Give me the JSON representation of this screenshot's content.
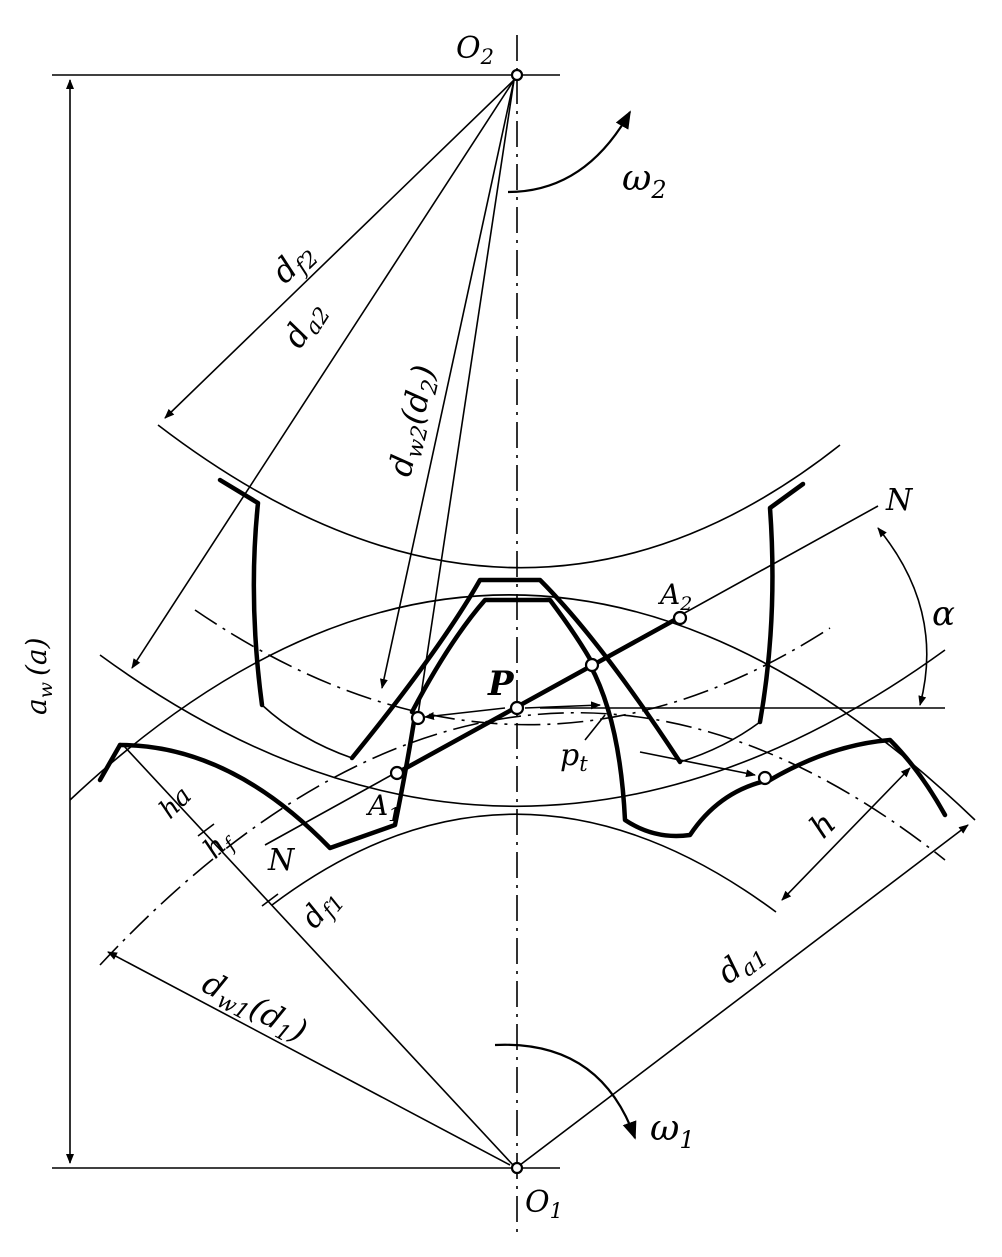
{
  "labels": {
    "O2": "O",
    "O2_sub": "2",
    "O1": "O",
    "O1_sub": "1",
    "omega2": "ω",
    "omega2_sub": "2",
    "omega1": "ω",
    "omega1_sub": "1",
    "df2": "d",
    "df2_sub": "f2",
    "da2": "d",
    "da2_sub": "a2",
    "dw2": "d",
    "dw2_sub": "w2",
    "dw2_paren": "(d",
    "dw2_paren_sub": "2",
    "dw2_close": ")",
    "aw": "a",
    "aw_sub": "w",
    "aw_paren": "(a)",
    "N_top": "N",
    "N_bottom": "N",
    "alpha": "α",
    "A2": "A",
    "A2_sub": "2",
    "A1": "A",
    "A1_sub": "1",
    "P": "P",
    "pt": "p",
    "pt_sub": "t",
    "ha": "ha",
    "hf": "h",
    "hf_sub": "f",
    "h": "h",
    "df1": "d",
    "df1_sub": "f1",
    "da1": "d",
    "da1_sub": "a1",
    "dw1": "d",
    "dw1_sub": "w1",
    "dw1_paren": "(d",
    "dw1_paren_sub": "1",
    "dw1_close": ")"
  }
}
